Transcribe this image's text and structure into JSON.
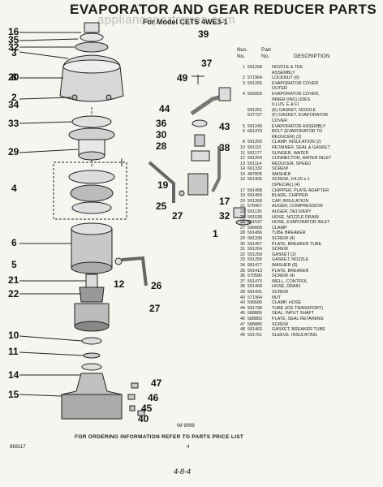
{
  "title": "EVAPORATOR AND GEAR REDUCER PARTS",
  "subtitle": "For Model CETS 4WE3-1",
  "watermark": "appliancepartspros.com",
  "table_header": {
    "illus": "Illus.",
    "no": "No.",
    "part": "Part",
    "part_no": "No.",
    "description": "DESCRIPTION"
  },
  "parts": [
    {
      "no": "1",
      "part": "591268",
      "desc": "NOZZLE & TEE"
    },
    {
      "no": "",
      "part": "",
      "desc": "ASSEMBLY"
    },
    {
      "no": "2",
      "part": "571964",
      "desc": "LOCKNUT (8)"
    },
    {
      "no": "3",
      "part": "591265",
      "desc": "EVAPORATOR COVER"
    },
    {
      "no": "",
      "part": "",
      "desc": "OUTER"
    },
    {
      "no": "4",
      "part": "569959",
      "desc": "EVAPORATOR COVER,"
    },
    {
      "no": "",
      "part": "",
      "desc": "INNER (INCLUDES"
    },
    {
      "no": "",
      "part": "",
      "desc": "ILLUS. E & F)"
    },
    {
      "no": "",
      "part": "591261",
      "desc": "(E) GASKET, NOZZLE"
    },
    {
      "no": "",
      "part": "537727",
      "desc": "(F) GASKET, EVAPORATOR"
    },
    {
      "no": "",
      "part": "",
      "desc": "COVER"
    },
    {
      "no": "5",
      "part": "591249",
      "desc": "EVAPORATOR ASSEMBLY"
    },
    {
      "no": "6",
      "part": "681479",
      "desc": "BOLT (EVAPORATOR TO"
    },
    {
      "no": "",
      "part": "",
      "desc": "REDUCER) (2)"
    },
    {
      "no": "8",
      "part": "591250",
      "desc": "CLAMP, INSULATION (2)"
    },
    {
      "no": "10",
      "part": "591115",
      "desc": "RETAINER, SEAL & GASKET"
    },
    {
      "no": "11",
      "part": "591177",
      "desc": "SLINGER, WATER"
    },
    {
      "no": "12",
      "part": "591264",
      "desc": "CONNECTOR, WATER INLET"
    },
    {
      "no": "13",
      "part": "591114",
      "desc": "REDUCER, SPEED"
    },
    {
      "no": "14",
      "part": "661332",
      "desc": "SCREW"
    },
    {
      "no": "15",
      "part": "487805",
      "desc": "WASHER"
    },
    {
      "no": "16",
      "part": "661405",
      "desc": "SCREW, 1/4-20 x 1"
    },
    {
      "no": "",
      "part": "",
      "desc": "(SPECIAL) (4)"
    },
    {
      "no": "17",
      "part": "591458",
      "desc": "CHIPPER, PLATE ADAPTER"
    },
    {
      "no": "19",
      "part": "591459",
      "desc": "BLADE, CHIPPER"
    },
    {
      "no": "20",
      "part": "591269",
      "desc": "CAP, INSULATION"
    },
    {
      "no": "21",
      "part": "570467",
      "desc": "AUGER, COMPRESSION"
    },
    {
      "no": "22",
      "part": "591130",
      "desc": "AUGER, DELIVERY"
    },
    {
      "no": "25",
      "part": "591538",
      "desc": "HOSE, NOZZLE DRAIN"
    },
    {
      "no": "26",
      "part": "591537",
      "desc": "HOSE, EVAPORATOR INLET"
    },
    {
      "no": "27",
      "part": "596669",
      "desc": "CLAMP"
    },
    {
      "no": "28",
      "part": "591456",
      "desc": "TUBE BREAKER"
    },
    {
      "no": "29",
      "part": "681339",
      "desc": "SCREW (4)"
    },
    {
      "no": "30",
      "part": "591457",
      "desc": "PLATE, BREAKER TUBE"
    },
    {
      "no": "31",
      "part": "591264",
      "desc": "SCREW"
    },
    {
      "no": "32",
      "part": "591259",
      "desc": "GASKET (2)"
    },
    {
      "no": "33",
      "part": "591255",
      "desc": "GASKET, NOZZLE"
    },
    {
      "no": "34",
      "part": "681477",
      "desc": "WASHER (8)"
    },
    {
      "no": "35",
      "part": "591413",
      "desc": "PLATE, BREAKER"
    },
    {
      "no": "36",
      "part": "570580",
      "desc": "SCREW (4)"
    },
    {
      "no": "37",
      "part": "591473",
      "desc": "WELL, CONTROL"
    },
    {
      "no": "38",
      "part": "591468",
      "desc": "HOSE, DRAIN"
    },
    {
      "no": "39",
      "part": "591431",
      "desc": "SCREW"
    },
    {
      "no": "40",
      "part": "571964",
      "desc": "NUT"
    },
    {
      "no": "43",
      "part": "596680",
      "desc": "CLAMP, HOSE"
    },
    {
      "no": "44",
      "part": "591798",
      "desc": "TUBE (ICE TRANSPORT)"
    },
    {
      "no": "45",
      "part": "588885",
      "desc": "SEAL, INPUT SHAFT"
    },
    {
      "no": "46",
      "part": "588883",
      "desc": "PLATE, SEAL RETAINING"
    },
    {
      "no": "47",
      "part": "588886",
      "desc": "SCREW"
    },
    {
      "no": "48",
      "part": "591463",
      "desc": "GASKET, BREAKER TUBE"
    },
    {
      "no": "49",
      "part": "591761",
      "desc": "SLEEVE, INSULATING"
    }
  ],
  "callouts_left": [
    "16",
    "35",
    "32",
    "3",
    "8",
    "20",
    "2",
    "34",
    "33",
    "29",
    "4",
    "6",
    "5",
    "21",
    "22",
    "10",
    "11",
    "14",
    "15"
  ],
  "callouts_mid": [
    "36",
    "30",
    "28",
    "25",
    "19",
    "27",
    "12",
    "26",
    "27",
    "47",
    "46",
    "45",
    "40"
  ],
  "callouts_right": [
    "39",
    "37",
    "49",
    "44",
    "43",
    "38",
    "17",
    "32",
    "1"
  ],
  "image_number": "IM 9099",
  "footer_note": "FOR ORDERING INFORMATION REFER TO PARTS PRICE LIST",
  "doc_code": "869117",
  "page_dot": "4",
  "hand_note": "4-8-4"
}
